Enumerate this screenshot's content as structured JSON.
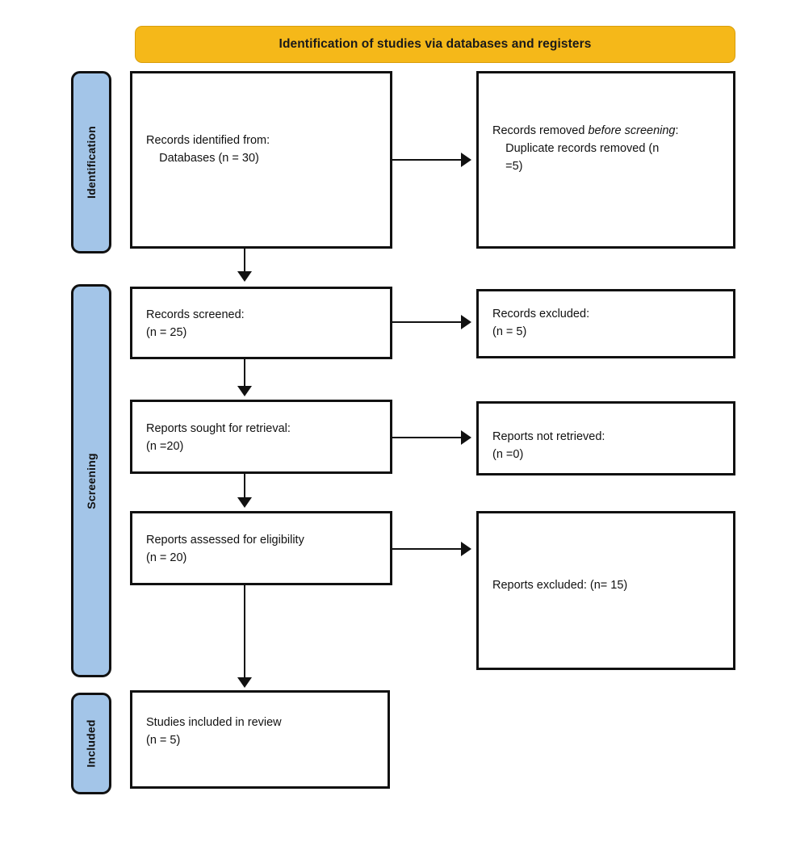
{
  "diagram": {
    "title": "Identification of studies via databases and registers",
    "colors": {
      "banner": "#f5b819",
      "phase_bar": "#a3c5e8",
      "box_border": "#111111",
      "text": "#111111"
    },
    "phases": [
      {
        "label": "Identification"
      },
      {
        "label": "Screening"
      },
      {
        "label": "Included"
      }
    ],
    "boxes": {
      "records_identified": {
        "line1": "Records identified from:",
        "line2": "    Databases (n = 30)"
      },
      "records_removed": {
        "lead": "Records removed ",
        "emphasis": "before screening",
        "trail": ":",
        "line2": "    Duplicate records removed (n",
        "line3": "    =5)"
      },
      "records_screened": {
        "line1": "Records screened:",
        "line2": "(n = 25)"
      },
      "records_excluded": {
        "line1": "Records excluded:",
        "line2": "(n = 5)"
      },
      "reports_sought": {
        "line1": "Reports sought for retrieval:",
        "line2": "(n =20)"
      },
      "reports_not_retrieved": {
        "line1": "Reports not retrieved:",
        "line2": "(n =0)"
      },
      "reports_assessed": {
        "line1": "Reports assessed for eligibility",
        "line2": "(n = 20)"
      },
      "reports_excluded": {
        "line1": "Reports excluded: (n= 15)"
      },
      "studies_included": {
        "line1": "Studies included in review",
        "line2": "(n = 5)"
      }
    }
  }
}
